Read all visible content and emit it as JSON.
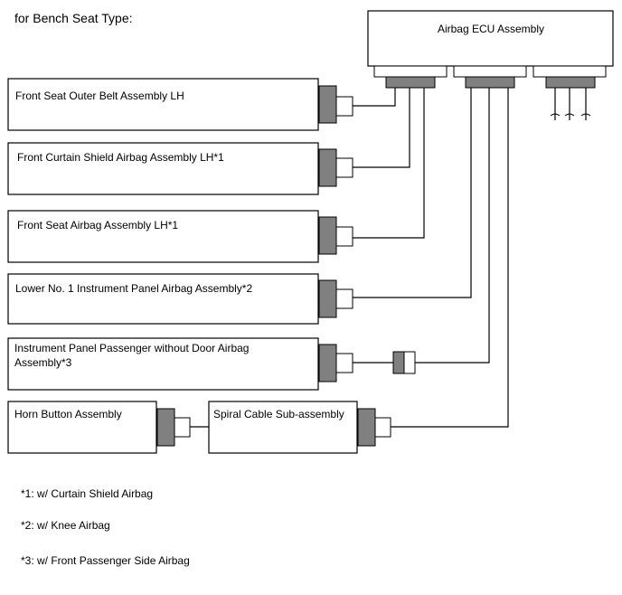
{
  "title": "for Bench Seat Type:",
  "ecu": {
    "label": "Airbag ECU Assembly"
  },
  "components": [
    {
      "label_lines": [
        "Front Seat Outer Belt Assembly LH"
      ]
    },
    {
      "label_lines": [
        "Front Curtain Shield Airbag Assembly LH*1"
      ]
    },
    {
      "label_lines": [
        "Front Seat Airbag Assembly LH*1"
      ]
    },
    {
      "label_lines": [
        "Lower No. 1 Instrument Panel Airbag Assembly*2"
      ]
    },
    {
      "label_lines": [
        "Instrument Panel Passenger without Door Airbag",
        "Assembly*3"
      ]
    },
    {
      "label_lines": [
        "Horn Button Assembly"
      ]
    },
    {
      "label_lines": [
        "Spiral Cable Sub-assembly"
      ]
    }
  ],
  "notes": [
    "*1: w/ Curtain Shield Airbag",
    "*2: w/ Knee Airbag",
    "*3: w/ Front Passenger Side Airbag"
  ],
  "colors": {
    "connector_fill": "#808080",
    "line": "#000000",
    "background": "#ffffff"
  }
}
